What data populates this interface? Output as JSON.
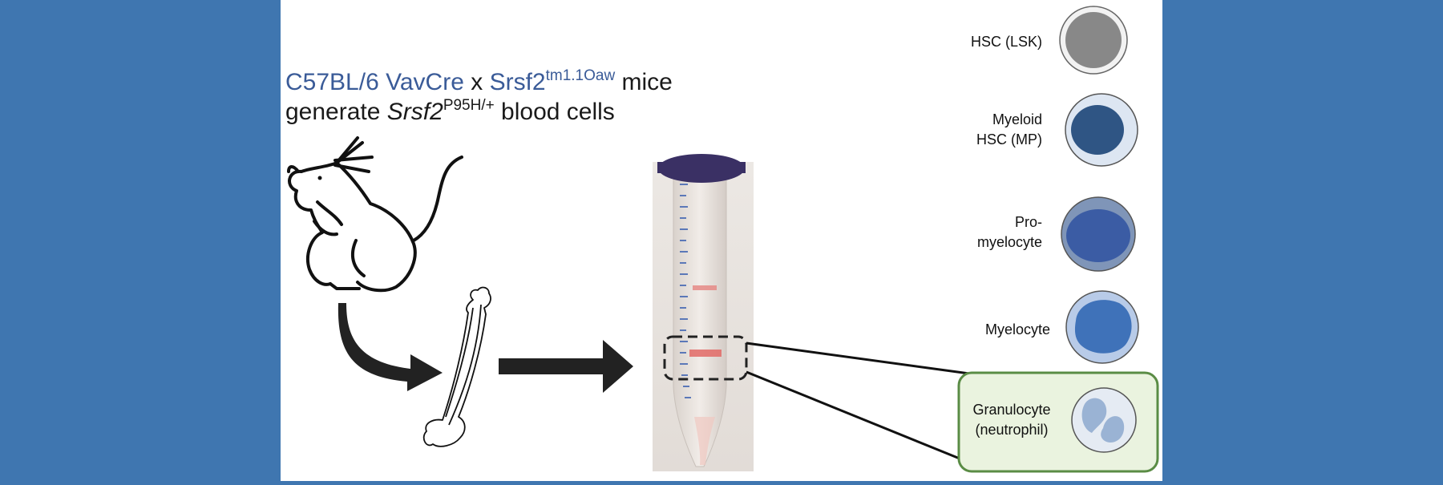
{
  "colors": {
    "side_background": "#3f76b0",
    "panel": "#ffffff",
    "title_blue": "#3a5b98",
    "title_black": "#1a1a1a",
    "highlight_box_border": "#5a8c45",
    "highlight_box_fill": "#eaf3df"
  },
  "title": {
    "line1": {
      "strain_a": "C57BL/6 VavCre",
      "cross": " x ",
      "strain_b": "Srsf2",
      "strain_b_sup": "tm1.1Oaw",
      "tail": " mice"
    },
    "line2": {
      "pre": "generate ",
      "gene": "Srsf2",
      "gene_sup": "P95H/+",
      "tail": " blood cells"
    }
  },
  "icons": {
    "mouse": "mouse-icon",
    "bone": "femur-bone-icon",
    "arrow_curved": "curved-arrow-icon",
    "arrow_right": "right-arrow-icon",
    "tube": "centrifuge-tube-photo"
  },
  "cells": [
    {
      "label_lines": [
        "HSC (LSK)"
      ],
      "outer": "#f2f2f2",
      "inner": "#888888",
      "stroke": "#666666"
    },
    {
      "label_lines": [
        "Myeloid",
        "HSC (MP)"
      ],
      "outer": "#dde6f2",
      "inner": "#2f5584",
      "stroke": "#555555"
    },
    {
      "label_lines": [
        "Pro-",
        "myelocyte"
      ],
      "outer": "#7f95b8",
      "inner": "#3b5ca4",
      "stroke": "#555555"
    },
    {
      "label_lines": [
        "Myelocyte"
      ],
      "outer": "#b8cbe8",
      "inner": "#3f72b9",
      "stroke": "#555555"
    },
    {
      "label_lines": [
        "Granulocyte",
        "(neutrophil)"
      ],
      "outer": "#e5ebf3",
      "inner": "#9ab3d4",
      "stroke": "#555555",
      "highlighted": true
    }
  ]
}
